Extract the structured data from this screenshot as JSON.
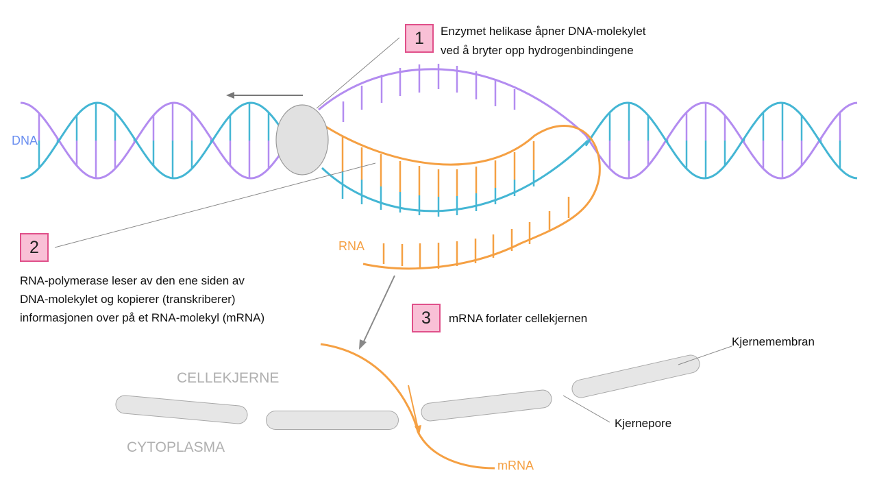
{
  "steps": [
    {
      "number": "1",
      "lines": [
        "Enzymet helikase åpner DNA-molekylet",
        "ved å bryter opp hydrogenbindingene"
      ]
    },
    {
      "number": "2",
      "lines": [
        "RNA-polymerase  leser av den ene siden av",
        "DNA-molekylet og kopierer (transkriberer)",
        "informasjonen  over på et RNA-molekyl (mRNA)"
      ]
    },
    {
      "number": "3",
      "lines": [
        "mRNA forlater cellekjernen"
      ]
    }
  ],
  "labels": {
    "dna": "DNA",
    "rna": "RNA",
    "mrna": "mRNA",
    "cellekjerne": "CELLEKJERNE",
    "cytoplasma": "CYTOPLASMA",
    "kjernemembran": "Kjernemembran",
    "kjernepore": "Kjernepore"
  },
  "colors": {
    "dna_strand_purple": "#b38cf0",
    "dna_strand_blue": "#44b6d4",
    "rna_orange": "#f5a043",
    "dna_label": "#6b8ff0",
    "membrane_fill": "#e6e6e6",
    "membrane_stroke": "#a8a8a8",
    "helicase": "#e1e1e1",
    "badge_fill": "#f9c0d6",
    "badge_border": "#e0508a",
    "region_label_gray": "#b0b0b0"
  }
}
